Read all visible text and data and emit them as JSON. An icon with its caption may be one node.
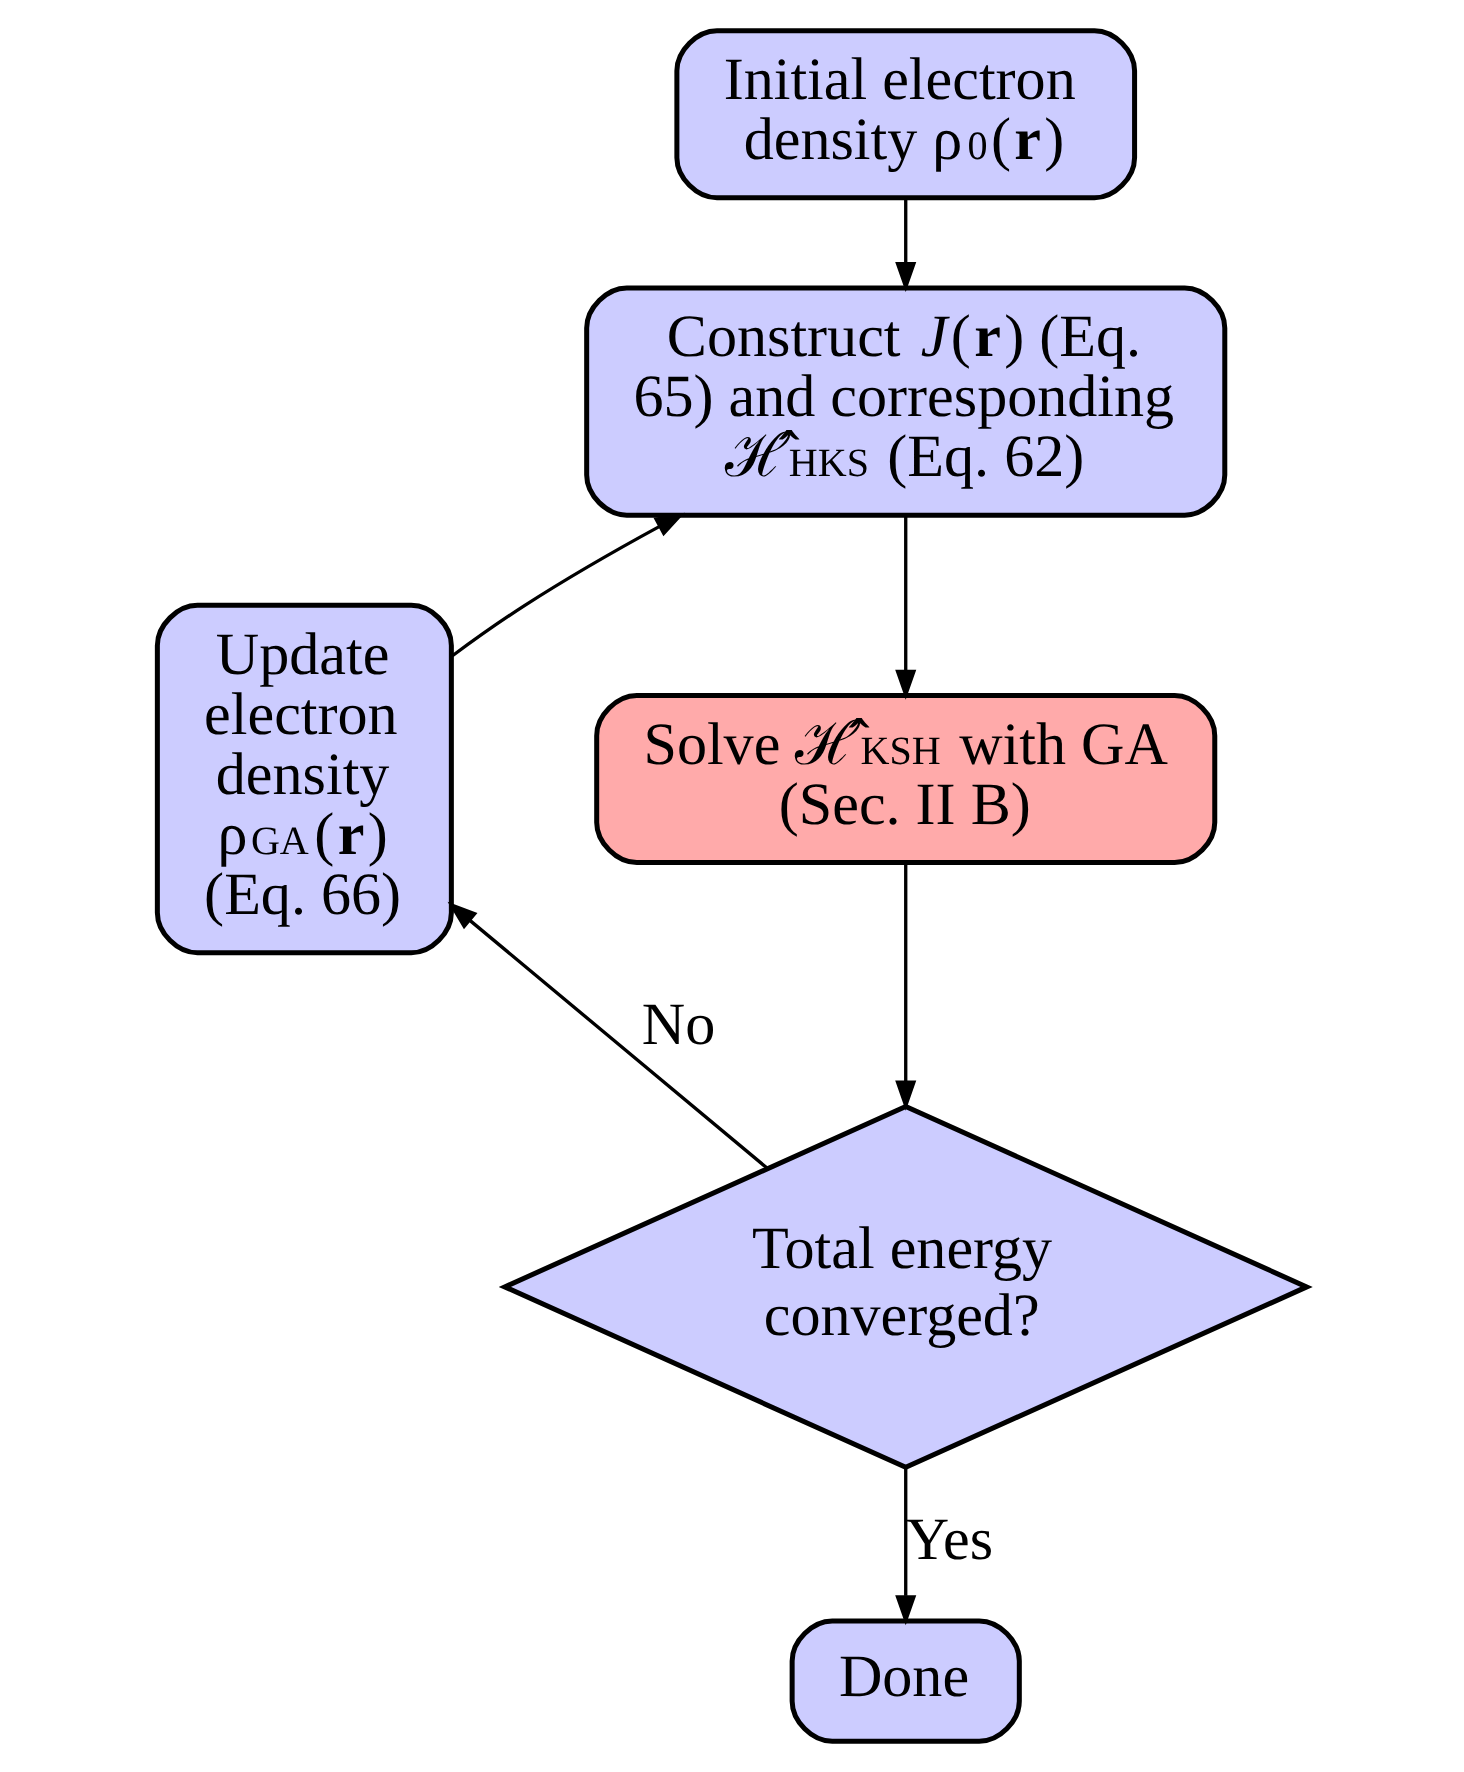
{
  "diagram": {
    "nodes": [
      {
        "text": [
          "Initial electron density ρ$_{0}$(**r**)"
        ]
      },
      {
        "text": [
          "Construct *J*(**r**) (Eq. 65) and corresponding ℋ̂$^{HKS}$ (Eq. 62)"
        ]
      },
      {
        "text": [
          "Solve ℋ̂$^{KSH}$ with GA (Sec. II B)"
        ]
      },
      {
        "text": [
          "Total energy converged?"
        ]
      },
      {
        "text": [
          "Update electron density ρ$^{GA}$(**r**) (Eq. 66)"
        ]
      },
      {
        "text": [
          "Done"
        ]
      }
    ],
    "edges": [
      {
        "from": 0,
        "to": 1,
        "arrow": "to"
      },
      {
        "from": 1,
        "to": 2,
        "arrow": "to"
      },
      {
        "from": 2,
        "to": 3,
        "arrow": "to"
      },
      {
        "from": 3,
        "to": 4,
        "arrow": "to",
        "label": "No"
      },
      {
        "from": 4,
        "to": 1,
        "arrow": "to"
      },
      {
        "from": 3,
        "to": 5,
        "arrow": "to",
        "label": "Yes"
      }
    ]
  }
}
